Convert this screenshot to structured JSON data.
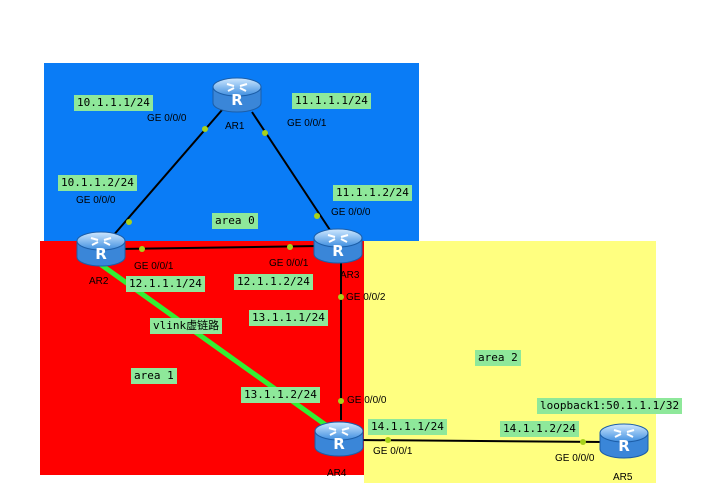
{
  "colors": {
    "area0": "#0a7cf6",
    "area1": "#ff0000",
    "area2": "#ffff80",
    "label_bg": "#8ee89a",
    "link": "#000000",
    "vlink": "#33ee33",
    "port_dot": "#a8d21a"
  },
  "areas": {
    "area0": "area 0",
    "area1": "area 1",
    "area2": "area 2"
  },
  "routers": {
    "ar1": "AR1",
    "ar2": "AR2",
    "ar3": "AR3",
    "ar4": "AR4",
    "ar5": "AR5"
  },
  "ips": {
    "ar1_ge000": "10.1.1.1/24",
    "ar1_ge001": "11.1.1.1/24",
    "ar2_ge000": "10.1.1.2/24",
    "ar3_ge000": "11.1.1.2/24",
    "ar2_ge001": "12.1.1.1/24",
    "ar3_ge001": "12.1.1.2/24",
    "ar3_ge002": "13.1.1.1/24",
    "ar4_ge000": "13.1.1.2/24",
    "ar4_ge001": "14.1.1.1/24",
    "ar5_ge000": "14.1.1.2/24",
    "ar5_loopback": "loopback1:50.1.1.1/32"
  },
  "ports": {
    "ar1_ge000": "GE 0/0/0",
    "ar1_ge001": "GE 0/0/1",
    "ar2_ge000": "GE 0/0/0",
    "ar3_ge000": "GE 0/0/0",
    "ar2_ge001": "GE 0/0/1",
    "ar3_ge001": "GE 0/0/1",
    "ar3_ge002": "GE 0/0/2",
    "ar4_ge000": "GE 0/0/0",
    "ar4_ge001": "GE 0/0/1",
    "ar5_ge000": "GE 0/0/0"
  },
  "vlink_label": "vlink虚链路",
  "icons": {
    "router": "router-icon"
  }
}
